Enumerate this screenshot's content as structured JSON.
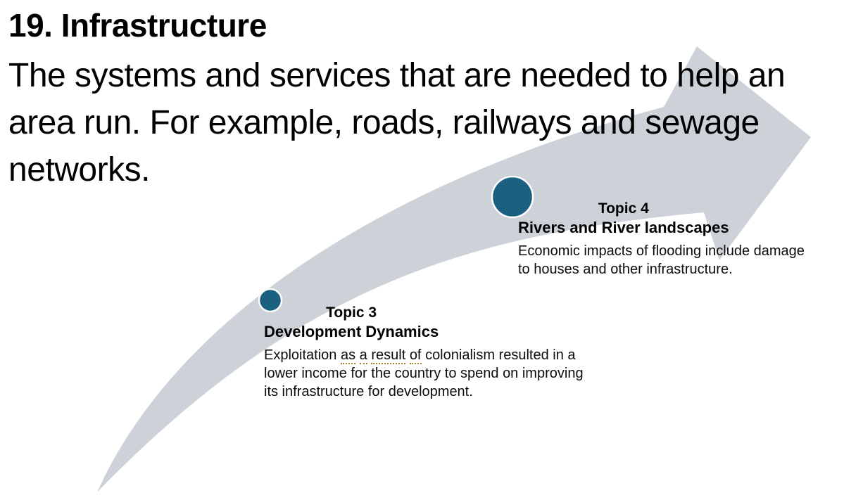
{
  "slide": {
    "title": "19. Infrastructure",
    "intro_lines": [
      "The systems and services that are needed to help an",
      "area run. For example, roads, railways and sewage",
      "networks."
    ]
  },
  "topics": [
    {
      "label": "Topic 3",
      "name": "Development Dynamics",
      "description": {
        "line1_prefix": "Exploitation",
        "line1_grammar_flagged": [
          "as",
          "a",
          "result",
          "of"
        ],
        "line1_suffix": "colonialism resulted in a",
        "line2": "lower income for the country to spend on improving",
        "line3": "its infrastructure for development."
      }
    },
    {
      "label": "Topic 4",
      "name": "Rivers and River landscapes",
      "description": {
        "line1": "Economic impacts of flooding include damage",
        "line2": "to houses and other infrastructure."
      }
    }
  ],
  "diagram": {
    "type": "curved-arrow-progression",
    "arrow_description": "Light gray swoosh arrow sweeping from bottom-left up to an arrowhead at the top-right, with two teal milestone dots marking Topic 3 and Topic 4",
    "milestone_count": 2
  },
  "colors": {
    "background": "#FFFFFF",
    "arrow_fill": "#CDD2D9",
    "milestone_fill": "#1B607F",
    "milestone_ring": "#FFFFFF",
    "grammar_underline": "#A07C28",
    "text": "#000000"
  }
}
